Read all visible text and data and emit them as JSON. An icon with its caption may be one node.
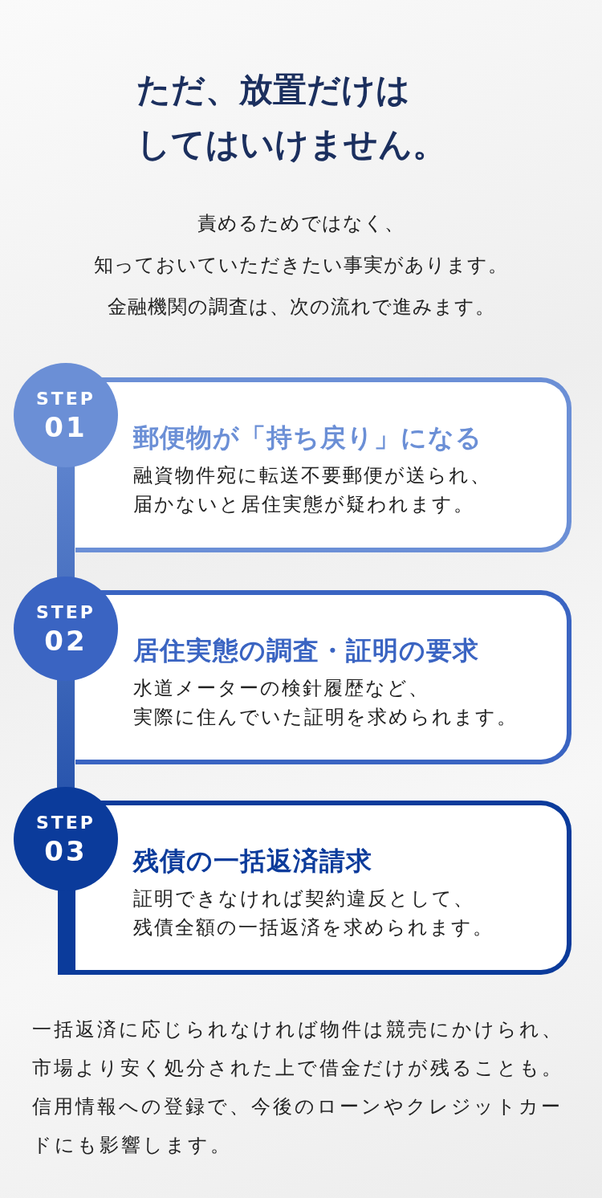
{
  "diagram": {
    "title": "ただ、放置だけはしてはいけません。",
    "nodes": [
      {
        "text": [
          "STEP",
          "01"
        ]
      },
      {
        "text": [
          "郵便物が「持ち戻り」になる",
          "融資物件宛に転送不要郵便が送られ、届かないと居住実態が疑われます。"
        ]
      },
      {
        "text": [
          "STEP",
          "02"
        ]
      },
      {
        "text": [
          "居住実態の調査・証明の要求",
          "水道メーターの検針履歴など、実際に住んでいた証明を求められます。"
        ]
      },
      {
        "text": [
          "STEP",
          "03"
        ]
      },
      {
        "text": [
          "残債の一括返済請求",
          "証明できなければ契約違反として、残債全額の一括返済を求められます。"
        ]
      }
    ],
    "edges": [
      {
        "from": 0,
        "to": 2,
        "arrow": "none",
        "style": "thick"
      },
      {
        "from": 2,
        "to": 4,
        "arrow": "none",
        "style": "thick"
      }
    ],
    "labels": [
      "責めるためではなく、",
      "知っておいていただきたい事実があります。",
      "金融機関の調査は、次の流れで進みます。",
      "一括返済に応じられなければ物件は競売にかけられ、市場より安く処分された上で借金だけが残ることも。信用情報への登録で、今後のローンやクレジットカードにも影響します。"
    ]
  }
}
